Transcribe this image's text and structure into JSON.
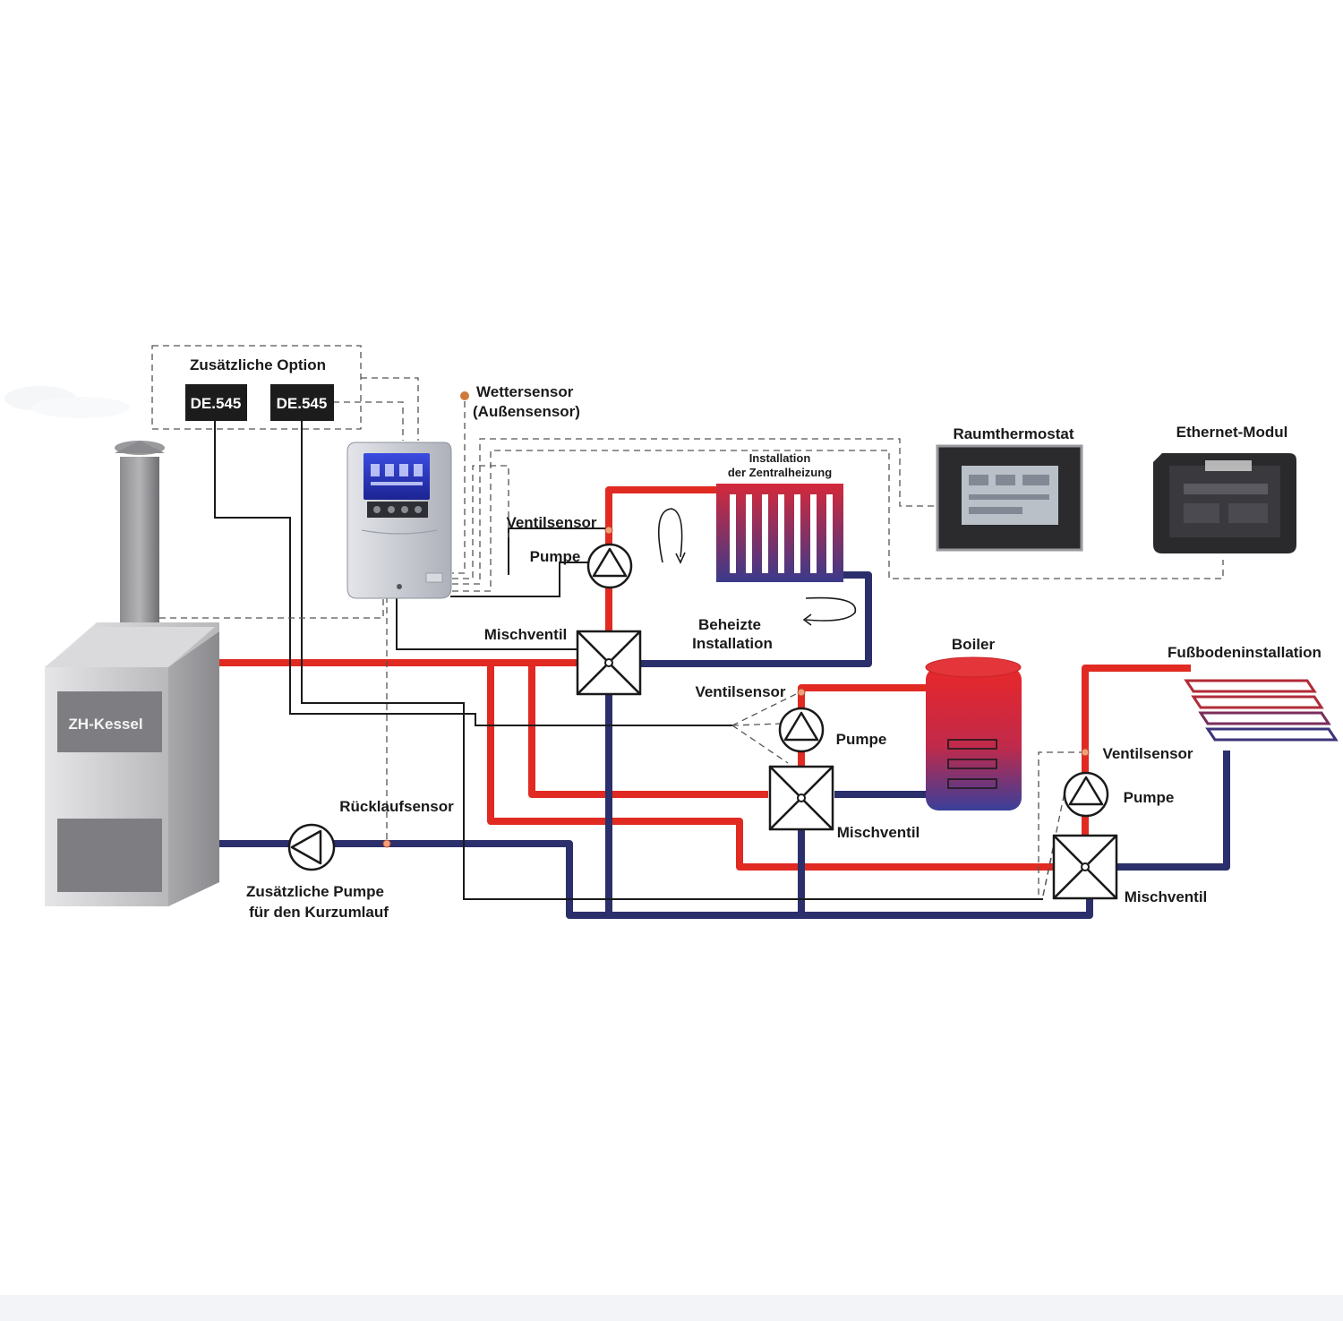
{
  "colors": {
    "hot_pipe": "#e02a22",
    "cold_pipe": "#2b2f6b",
    "boiler_body": "#bfbfc1",
    "controller_body": "#c7cad3",
    "display_blue": "#2a36c8"
  },
  "labels": {
    "extra_option": "Zusätzliche Option",
    "module_1": "DE.545",
    "module_2": "DE.545",
    "weather_sensor_1": "Wettersensor",
    "weather_sensor_2": "(Außensensor)",
    "room_thermostat": "Raumthermostat",
    "ethernet_module": "Ethernet-Modul",
    "central_heating_1": "Installation",
    "central_heating_2": "der Zentralheizung",
    "valve_sensor_1": "Ventilsensor",
    "pump_1": "Pumpe",
    "mixing_valve_1": "Mischventil",
    "heated_install_1": "Beheizte",
    "heated_install_2": "Installation",
    "boiler": "Boiler",
    "floor_install": "Fußbodeninstallation",
    "valve_sensor_2": "Ventilsensor",
    "pump_2": "Pumpe",
    "mixing_valve_2": "Mischventil",
    "valve_sensor_3": "Ventilsensor",
    "pump_3": "Pumpe",
    "mixing_valve_3": "Mischventil",
    "return_sensor": "Rücklaufsensor",
    "boiler_zh": "ZH-Kessel",
    "extra_pump_1": "Zusätzliche Pumpe",
    "extra_pump_2": "für den Kurzumlauf"
  }
}
